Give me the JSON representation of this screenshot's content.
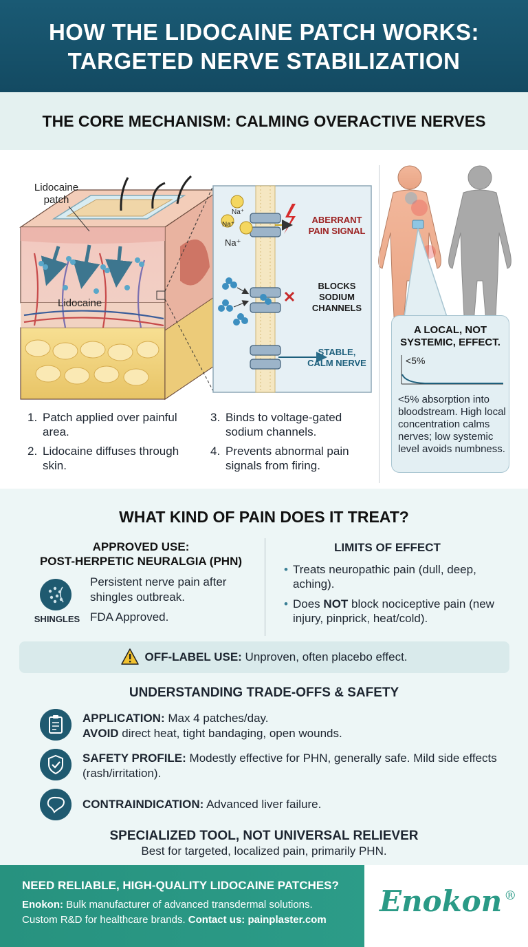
{
  "header": {
    "title_line1": "HOW THE LIDOCAINE PATCH WORKS:",
    "title_line2": "TARGETED NERVE STABILIZATION"
  },
  "mechanism": {
    "title": "THE CORE MECHANISM: CALMING OVERACTIVE NERVES",
    "patch_label_line1": "Lidocaine",
    "patch_label_line2": "patch",
    "skin_label": "Lidocaine",
    "ion_label": "Na⁺",
    "aberrant_line1": "ABERRANT",
    "aberrant_line2": "PAIN SIGNAL",
    "blocks_line1": "BLOCKS",
    "blocks_line2": "SODIUM",
    "blocks_line3": "CHANNELS",
    "stable_line1": "STABLE,",
    "stable_line2": "CALM NERVE",
    "steps": [
      {
        "n": "1.",
        "text": "Patch applied over painful area."
      },
      {
        "n": "2.",
        "text": "Lidocaine diffuses through skin."
      },
      {
        "n": "3.",
        "text": "Binds to voltage-gated sodium channels."
      },
      {
        "n": "4.",
        "text": "Prevents abnormal pain signals from firing."
      }
    ],
    "local_box": {
      "title_line1": "A LOCAL, NOT",
      "title_line2": "SYSTEMIC, EFFECT.",
      "percent_label": "<5%",
      "body": "<5% absorption into bloodstream. High local concentration calms nerves; low systemic level avoids numbness."
    }
  },
  "pain": {
    "title": "WHAT KIND OF PAIN DOES IT TREAT?",
    "approved_title_line1": "APPROVED USE:",
    "approved_title_line2": "POST-HERPETIC NEURALGIA (PHN)",
    "approved_desc": "Persistent nerve pain after shingles outbreak.",
    "fda": "FDA Approved.",
    "shingles_label": "SHINGLES",
    "limits_title": "LIMITS OF EFFECT",
    "limit1": "Treats neuropathic pain (dull, deep, aching).",
    "limit2_pre": "Does ",
    "limit2_bold": "NOT",
    "limit2_post": " block nociceptive pain (new injury, pinprick, heat/cold).",
    "offlabel_bold": "OFF-LABEL USE:",
    "offlabel_text": " Unproven, often placebo effect."
  },
  "tradeoffs": {
    "title": "UNDERSTANDING TRADE-OFFS & SAFETY",
    "application_bold": "APPLICATION:",
    "application_text": " Max 4 patches/day.",
    "avoid_bold": "AVOID",
    "avoid_text": " direct heat, tight bandaging, open wounds.",
    "safety_bold": "SAFETY PROFILE:",
    "safety_text": " Modestly effective for PHN, generally safe. Mild side effects (rash/irritation).",
    "contra_bold": "CONTRAINDICATION:",
    "contra_text": " Advanced liver failure.",
    "special_title": "SPECIALIZED TOOL, NOT UNIVERSAL RELIEVER",
    "special_sub": "Best for targeted, localized pain, primarily PHN."
  },
  "footer": {
    "title": "NEED RELIABLE, HIGH-QUALITY LIDOCAINE PATCHES?",
    "brand_bold": "Enokon:",
    "brand_text": " Bulk manufacturer of advanced transdermal solutions.",
    "custom_text": "Custom R&D for healthcare brands. ",
    "contact_bold": "Contact us: painplaster.com",
    "logo": "Enokon",
    "reg": "®"
  },
  "colors": {
    "header_bg": "#134a62",
    "accent_teal": "#2ea08c",
    "icon_navy": "#1f5a70",
    "alert_red": "#9c2121",
    "nerve_blue": "#1d5f7c"
  }
}
